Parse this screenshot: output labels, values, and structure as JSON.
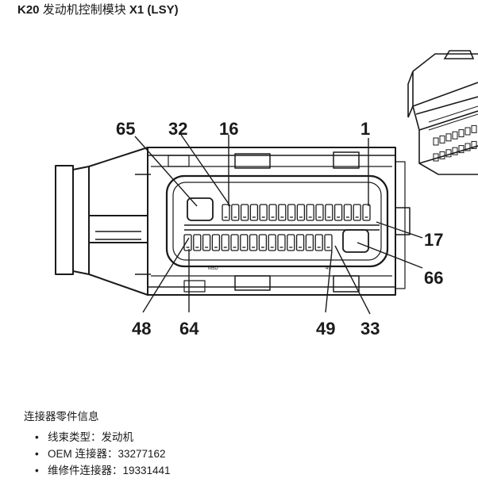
{
  "document": {
    "title_code": "K20",
    "title_name": "发动机控制模块",
    "title_connector": "X1 (LSY)"
  },
  "diagram": {
    "pin_labels": {
      "p65": "65",
      "p32": "32",
      "p16": "16",
      "p1": "1",
      "p17": "17",
      "p66": "66",
      "p48": "48",
      "p64": "64",
      "p49": "49",
      "p33": "33"
    },
    "mark_mid": "M5D",
    "mark_small": "49"
  },
  "info": {
    "heading": "连接器零件信息",
    "items": [
      "线束类型：发动机",
      "OEM 连接器：33277162",
      "维修件连接器：19331441"
    ]
  }
}
